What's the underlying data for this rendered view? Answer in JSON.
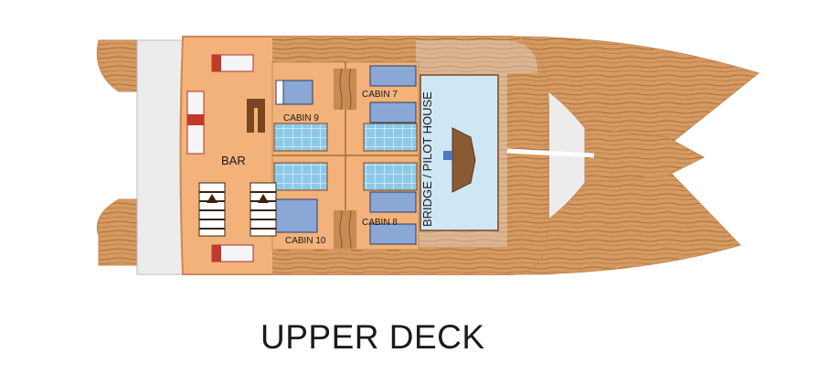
{
  "deck": {
    "title": "UPPER DECK"
  },
  "labels": {
    "bar": "BAR",
    "cabin9": "CABIN 9",
    "cabin7": "CABIN 7",
    "cabin10": "CABIN 10",
    "cabin8": "CABIN 8",
    "bridge": "BRIDGE / PILOT HOUSE"
  },
  "colors": {
    "deck_floor": "#f2b27a",
    "deck_outline": "#c98a55",
    "wood": "#d59a62",
    "wood_grain": "#9c5f2a",
    "hull_light": "#ececec",
    "bathroom": "#8cc9e8",
    "bridge_glass": "#cfe6f5",
    "bed": "#8aa7d6",
    "dark_wood": "#6b3e1e"
  }
}
